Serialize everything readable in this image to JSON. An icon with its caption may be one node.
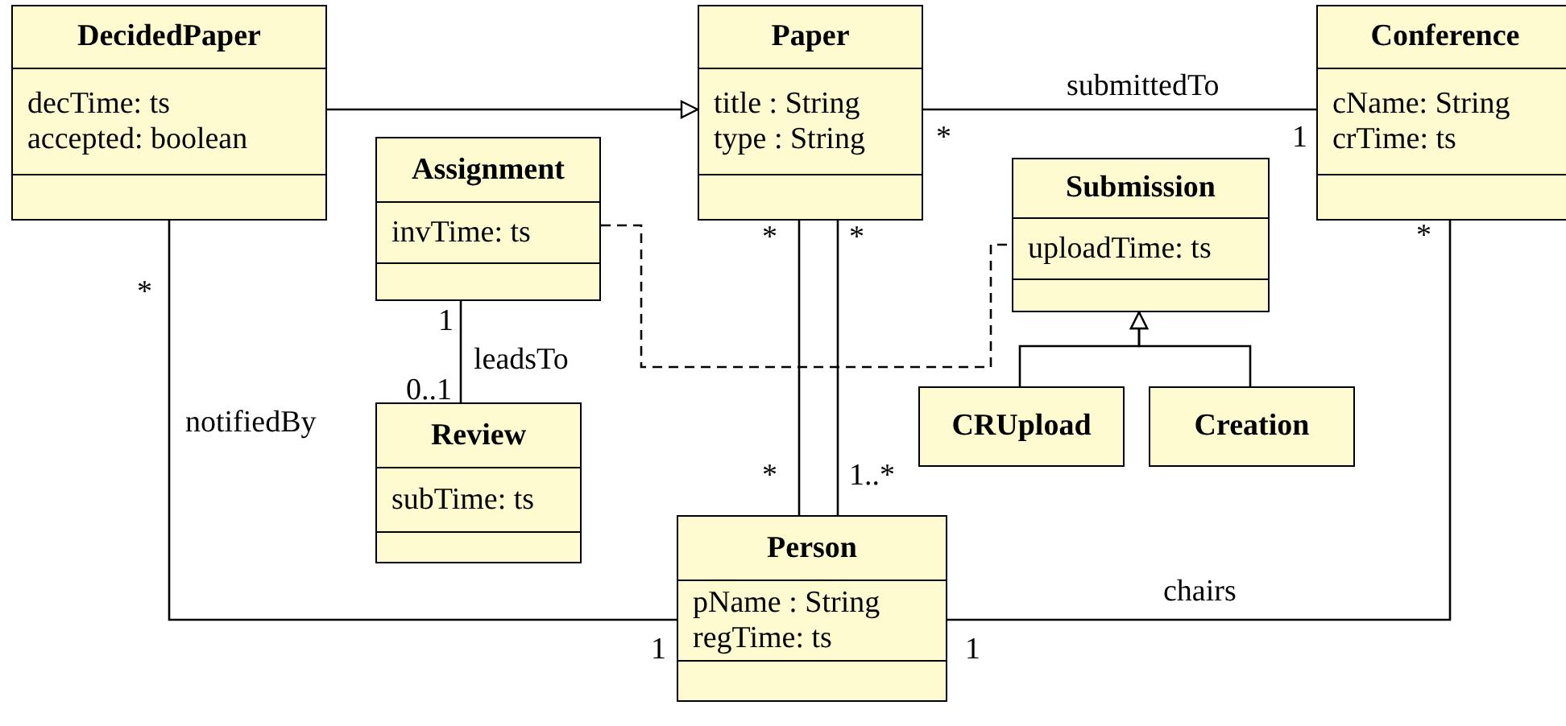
{
  "diagram": {
    "nodes": [
      {
        "text": [
          "DecidedPaper",
          "decTime: ts",
          "accepted: boolean"
        ]
      },
      {
        "text": [
          "Paper",
          "title : String",
          "type : String"
        ]
      },
      {
        "text": [
          "Conference",
          "cName: String",
          "crTime: ts"
        ]
      },
      {
        "text": [
          "Assignment",
          "invTime: ts"
        ]
      },
      {
        "text": [
          "Submission",
          "uploadTime: ts"
        ]
      },
      {
        "text": [
          "CRUpload"
        ]
      },
      {
        "text": [
          "Creation"
        ]
      },
      {
        "text": [
          "Review",
          "subTime: ts"
        ]
      },
      {
        "text": [
          "Person",
          "pName : String",
          "regTime: ts"
        ]
      }
    ],
    "edges": [
      {
        "from": 0,
        "to": 1,
        "arrow": "to"
      },
      {
        "from": 1,
        "to": 2,
        "arrow": "none",
        "label": "submittedTo"
      },
      {
        "from": 1,
        "to": 8,
        "arrow": "none"
      },
      {
        "from": 1,
        "to": 8,
        "arrow": "none"
      },
      {
        "from": 3,
        "to": 4,
        "arrow": "none",
        "style": "dashed"
      },
      {
        "from": 3,
        "to": 7,
        "arrow": "none",
        "label": "leadsTo"
      },
      {
        "from": 5,
        "to": 4,
        "arrow": "to"
      },
      {
        "from": 6,
        "to": 4,
        "arrow": "to"
      },
      {
        "from": 0,
        "to": 8,
        "arrow": "none",
        "label": "notifiedBy"
      },
      {
        "from": 2,
        "to": 8,
        "arrow": "none",
        "label": "chairs"
      }
    ],
    "labels": [
      "*",
      "1",
      "*",
      "*",
      "*",
      "*",
      "1",
      "0..1",
      "*",
      "1..*",
      "1",
      "1"
    ]
  }
}
